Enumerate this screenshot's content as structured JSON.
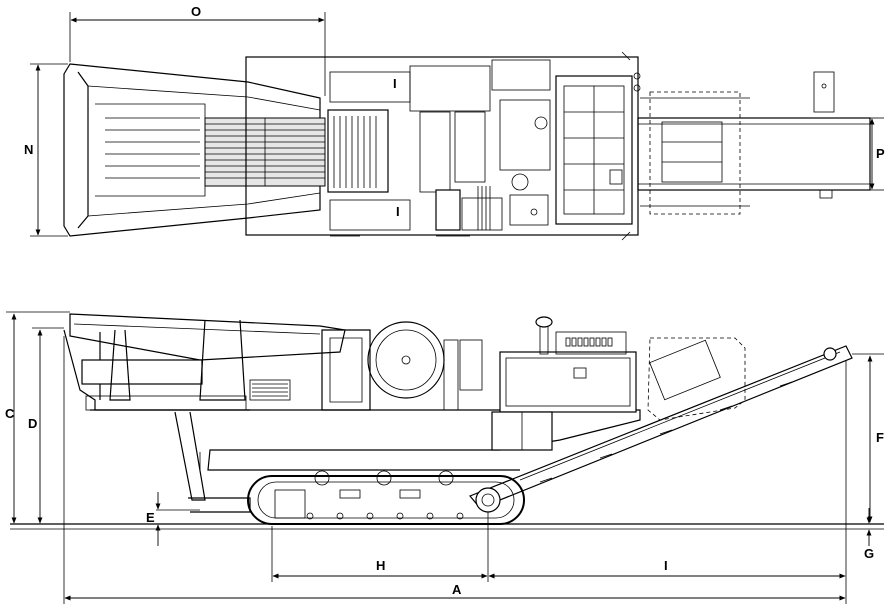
{
  "labels": {
    "O": "O",
    "N": "N",
    "P": "P",
    "I_top": "I",
    "I_bottom": "I",
    "C": "C",
    "D": "D",
    "E": "E",
    "F": "F",
    "G": "G",
    "H": "H",
    "I_length": "I",
    "A": "A"
  }
}
